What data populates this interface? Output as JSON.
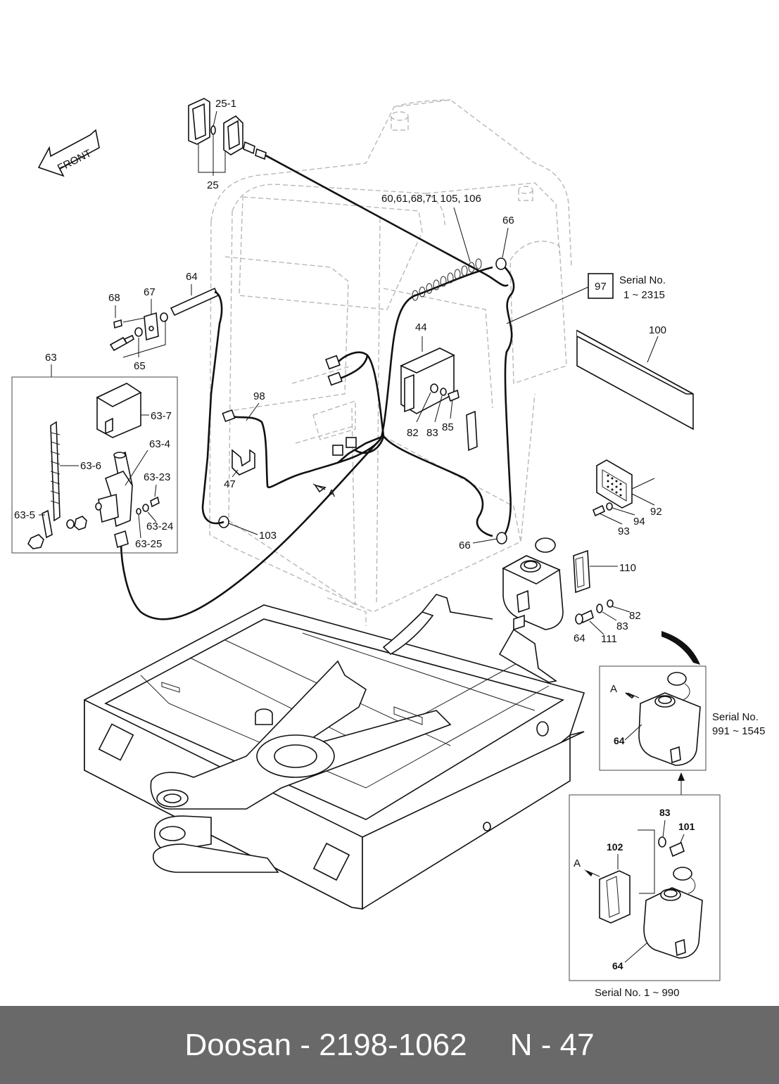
{
  "diagram": {
    "front_label": "FRONT",
    "labels": {
      "p25_1": "25-1",
      "p25": "25",
      "p60": "60,61,68,71 105, 106",
      "p66_top": "66",
      "p97": "97",
      "p100": "100",
      "p64_hose": "64",
      "p68": "68",
      "p67": "67",
      "p65": "65",
      "p63": "63",
      "p63_7": "63-7",
      "p63_4": "63-4",
      "p63_6": "63-6",
      "p63_23": "63-23",
      "p63_5": "63-5",
      "p63_24": "63-24",
      "p63_25": "63-25",
      "p44": "44",
      "p82": "82",
      "p83": "83",
      "p85": "85",
      "p98": "98",
      "p47": "47",
      "arrow_a": "A",
      "p103": "103",
      "p66_bottom": "66",
      "p92": "92",
      "p93": "93",
      "p94": "94",
      "p110": "110",
      "p82_b": "82",
      "p83_b": "83",
      "p64_tank": "64",
      "p111": "111",
      "box_a_upper": "A",
      "p64_upper": "64",
      "box_a_lower": "A",
      "p83_lower": "83",
      "p101": "101",
      "p102": "102",
      "p64_lower": "64"
    },
    "serial_97_line1": "Serial No.",
    "serial_97_line2": "1 ~ 2315",
    "serial_upper_line1": "Serial No.",
    "serial_upper_line2": "991 ~ 1545",
    "serial_lower": "Serial No. 1 ~ 990"
  },
  "footer": {
    "text": "Doosan - 2198-1062     N - 47"
  }
}
